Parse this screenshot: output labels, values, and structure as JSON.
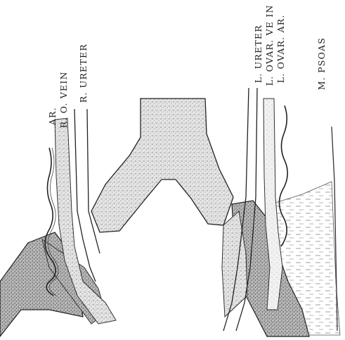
{
  "labels": {
    "ar": "AR.",
    "r_o_vein": "R. O. VEIN",
    "r_ureter": "R. URETER",
    "l_ureter": "L. URETER",
    "l_ovar_vein": "L. OVAR. VE IN",
    "l_ovar_ar": "L. OVAR. AR.",
    "m_psoas": "M. PSOAS"
  },
  "colors": {
    "ink": "#222222",
    "stipple_light": "#d8d8d8",
    "stipple_dark": "#9a9a9a",
    "paper": "#ffffff"
  }
}
